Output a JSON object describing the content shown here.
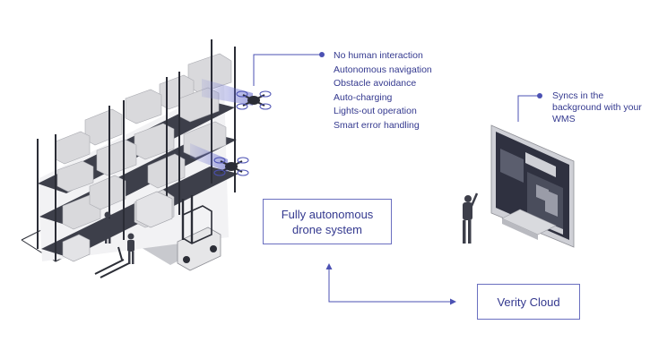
{
  "features": {
    "items": [
      "No human interaction",
      "Autonomous navigation",
      "Obstacle avoidance",
      "Auto-charging",
      "Lights-out operation",
      "Smart error handling"
    ]
  },
  "sync": {
    "text": "Syncs in the background with your WMS"
  },
  "drone_system": {
    "label": "Fully autonomous drone system"
  },
  "cloud": {
    "label": "Verity Cloud"
  },
  "colors": {
    "accent": "#4b51b3",
    "text": "#34398f",
    "rack": "#3d3f4a",
    "box": "#d6d6d9",
    "screen": "#2f3140"
  },
  "icons": [
    "drone-icon",
    "worker-icon",
    "forklift-icon",
    "monitor-icon",
    "bidirectional-arrow-icon"
  ]
}
